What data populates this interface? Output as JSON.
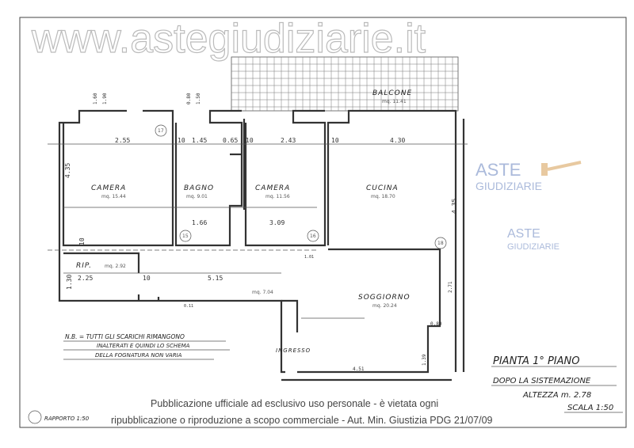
{
  "rooms": {
    "camera1": {
      "name": "CAMERA",
      "area": "mq. 15.44",
      "num": "17"
    },
    "bagno": {
      "name": "BAGNO",
      "area": "mq. 9.01",
      "num": "15"
    },
    "camera2": {
      "name": "CAMERA",
      "area": "mq. 11.56",
      "num": "16"
    },
    "cucina": {
      "name": "CUCINA",
      "area": "mq. 18.70",
      "num": "18"
    },
    "balcone": {
      "name": "BALCONE",
      "area": "mq. 11.41"
    },
    "rip": {
      "name": "RIP.",
      "area": "mq. 2.92"
    },
    "corridoio": {
      "area": "mq. 7.04"
    },
    "soggiorno": {
      "name": "SOGGIORNO",
      "area": "mq. 20.24"
    },
    "ingresso": {
      "name": "INGRESSO"
    }
  },
  "dimensions": [
    "2.55",
    "4.35",
    "1.45",
    "0.65",
    "2.43",
    "4.30",
    "4.35",
    "1.66",
    "3.09",
    "10",
    "10",
    "10",
    "10",
    "1.30",
    "2.25",
    "10",
    "5.15",
    "2.71",
    "0.80",
    "1.39",
    "4.51",
    "1.60",
    "1.90",
    "0.80",
    "1.50",
    "1.01",
    "0.11"
  ],
  "note": {
    "line1": "N.B. = TUTTI GLI SCARICHI RIMANGONO",
    "line2": "INALTERATI E QUINDI LO SCHEMA",
    "line3": "DELLA FOGNATURA NON VARIA"
  },
  "title_block": {
    "title": "PIANTA 1° PIANO",
    "subtitle": "DOPO LA SISTEMAZIONE",
    "height": "ALTEZZA m. 2.78",
    "scale": "SCALA 1:50",
    "footer_left": "RAPPORTO 1:50"
  },
  "watermarks": {
    "logo_top": "ASTE",
    "logo_bottom": "GIUDIZIARIE",
    "site": "www.astegiudiziarie.it"
  },
  "notice": {
    "line1": "Pubblicazione ufficiale ad esclusivo uso personale - è vietata ogni",
    "line2": "ripubblicazione o riproduzione a scopo commerciale - Aut. Min. Giustizia PDG 21/07/09"
  },
  "colors": {
    "ink": "#333333",
    "watermark": "#8fa4cf",
    "gavel": "#e8c9a0"
  }
}
